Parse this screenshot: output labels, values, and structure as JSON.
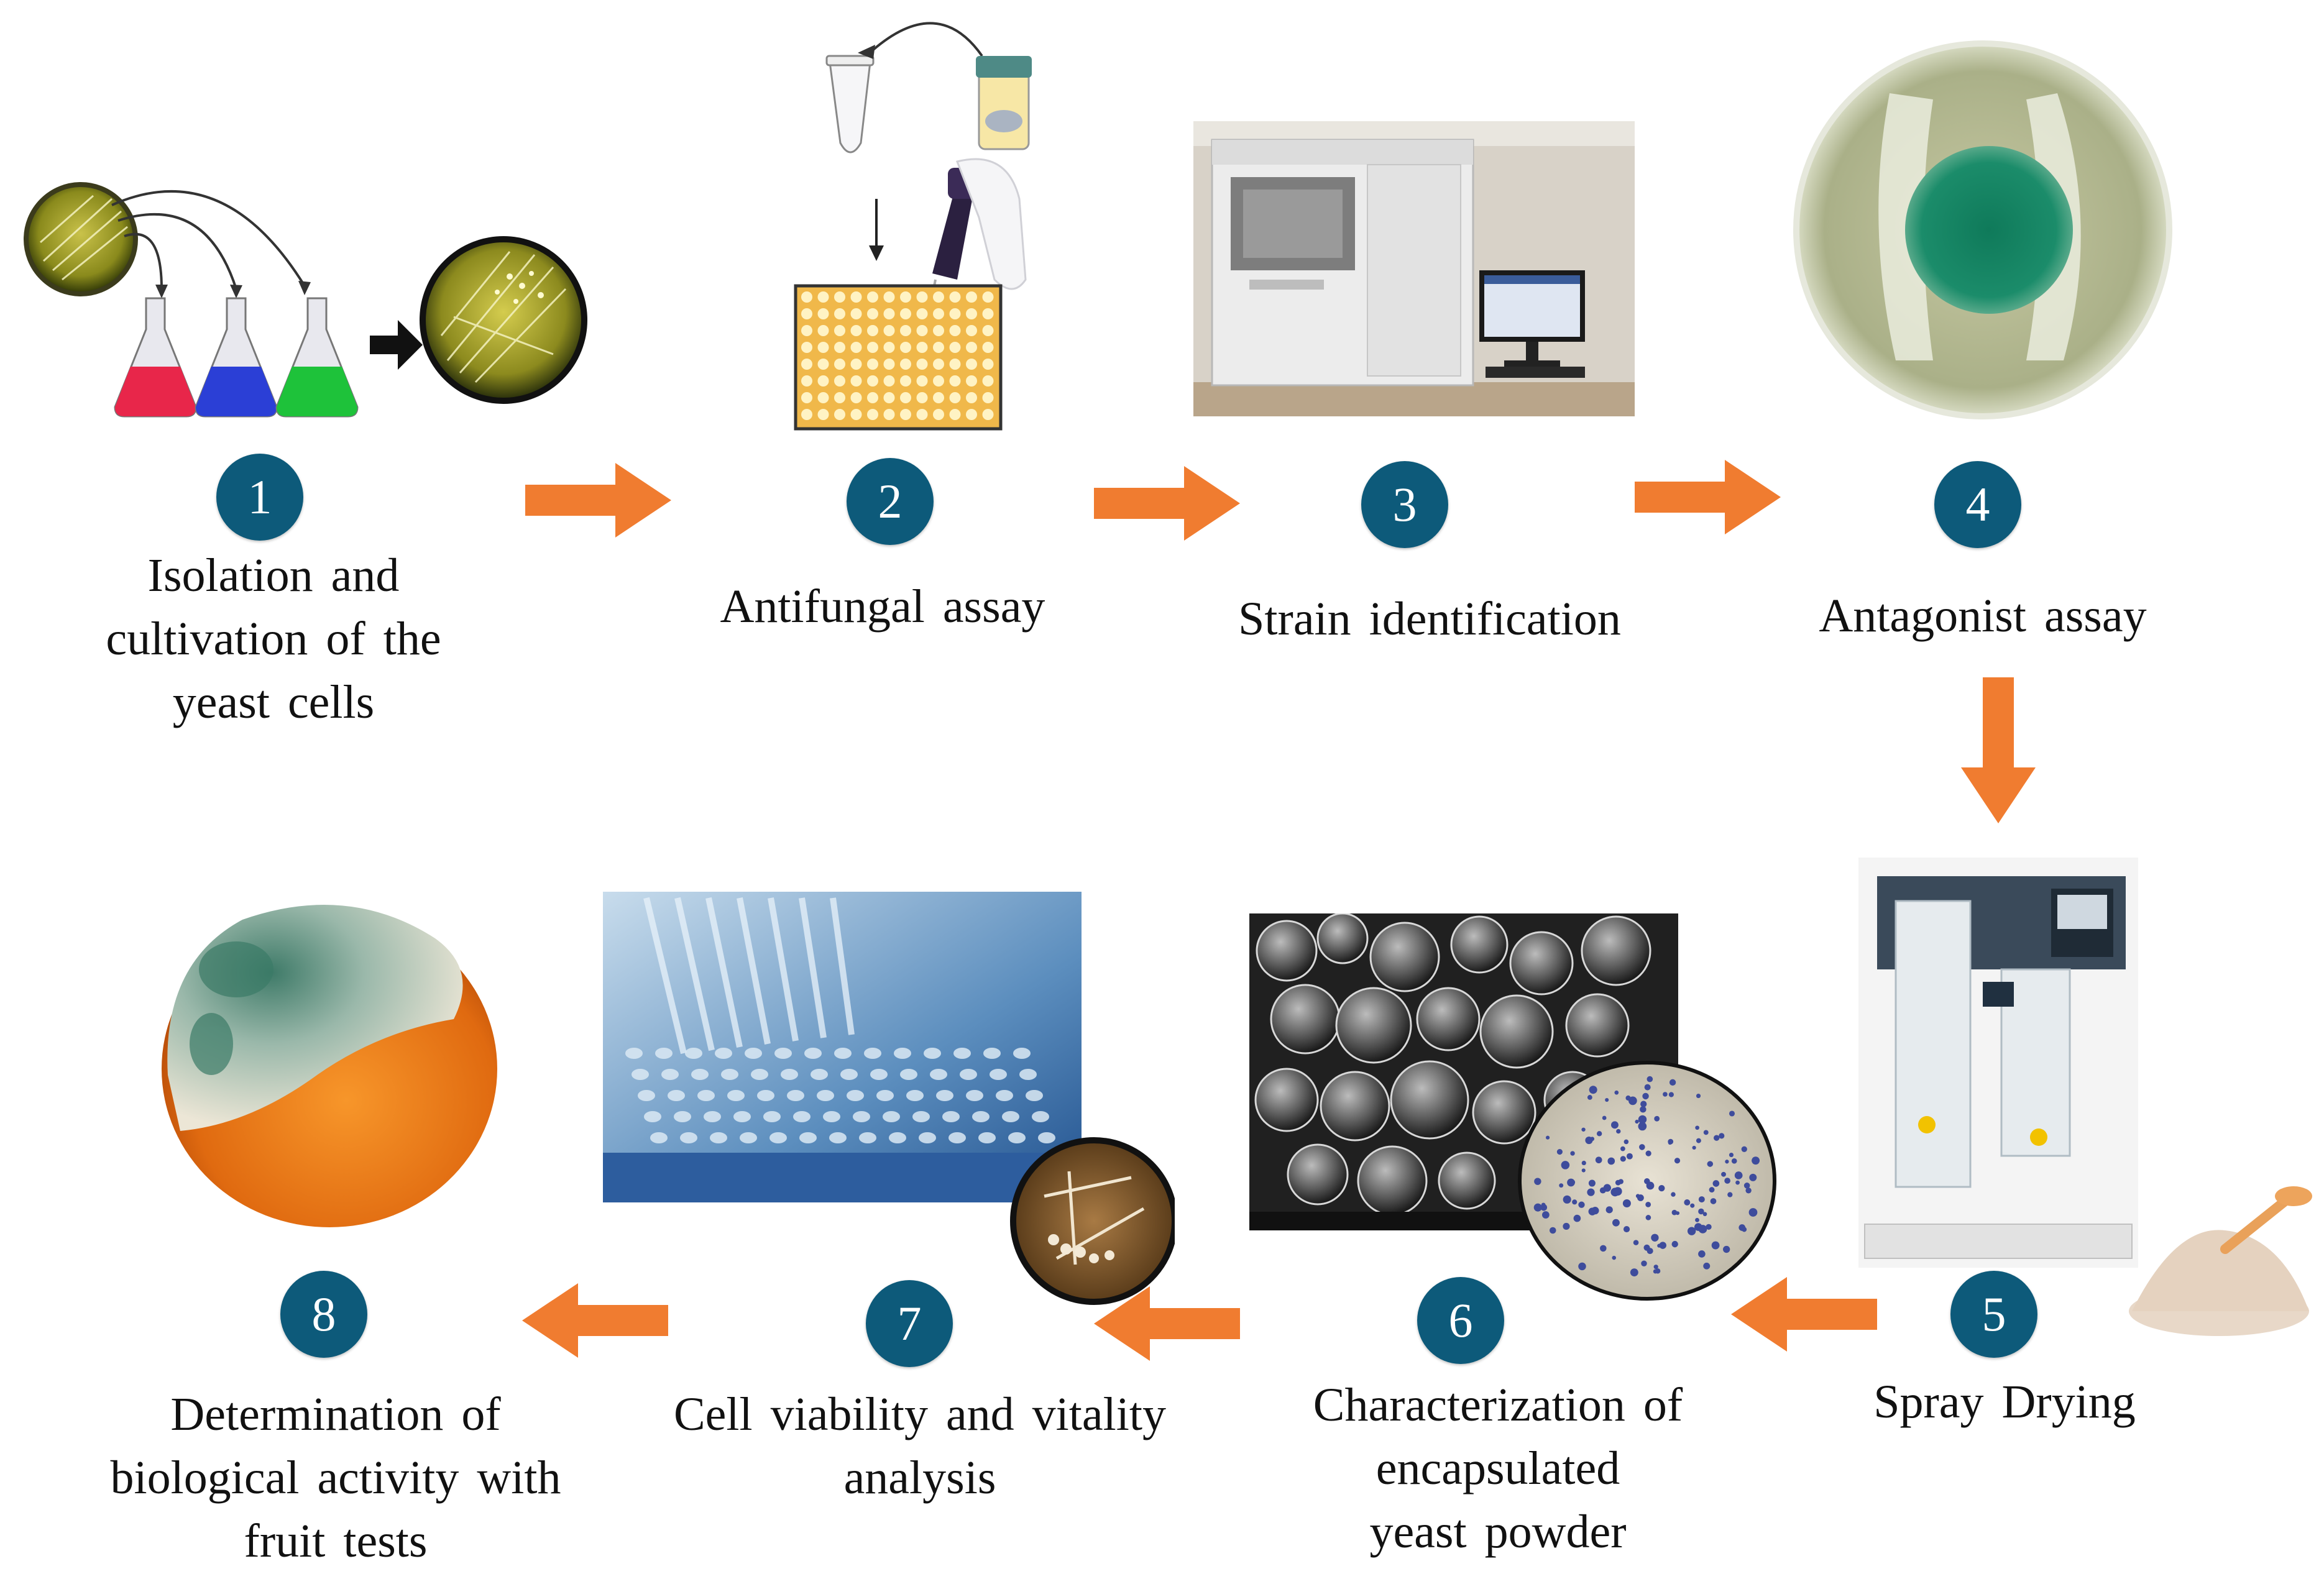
{
  "colors": {
    "badge": "#0d5a7a",
    "arrow": "#f07c30",
    "label_text": "#111111",
    "background": "#ffffff"
  },
  "steps": [
    {
      "number": "1",
      "label": "Isolation  and\ncultivation  of the\nyeast cells",
      "illustration": "petri-dish-and-culture-flasks"
    },
    {
      "number": "2",
      "label": "Antifungal  assay",
      "illustration": "multichannel-pipette-and-well-plate"
    },
    {
      "number": "3",
      "label": "Strain identification",
      "illustration": "sequencer-instrument-and-computer"
    },
    {
      "number": "4",
      "label": "Antagonist  assay",
      "illustration": "petri-dish-fungal-colony"
    },
    {
      "number": "5",
      "label": "Spray Drying",
      "illustration": "spray-dryer-and-powder"
    },
    {
      "number": "6",
      "label": "Characterization  of\nencapsulated\nyeast powder",
      "illustration": "sem-micrograph-and-stained-cells"
    },
    {
      "number": "7",
      "label": "Cell  viability  and  vitality\nanalysis",
      "illustration": "pipetting-well-plate-and-colony-plate"
    },
    {
      "number": "8",
      "label": "Determination  of\nbiological  activity with\nfruit tests",
      "illustration": "moldy-orange"
    }
  ],
  "arrows": [
    {
      "from": "1",
      "to": "2",
      "direction": "right"
    },
    {
      "from": "2",
      "to": "3",
      "direction": "right"
    },
    {
      "from": "3",
      "to": "4",
      "direction": "right"
    },
    {
      "from": "4",
      "to": "5",
      "direction": "down"
    },
    {
      "from": "5",
      "to": "6",
      "direction": "left"
    },
    {
      "from": "6",
      "to": "7",
      "direction": "left"
    },
    {
      "from": "7",
      "to": "8",
      "direction": "left"
    }
  ]
}
